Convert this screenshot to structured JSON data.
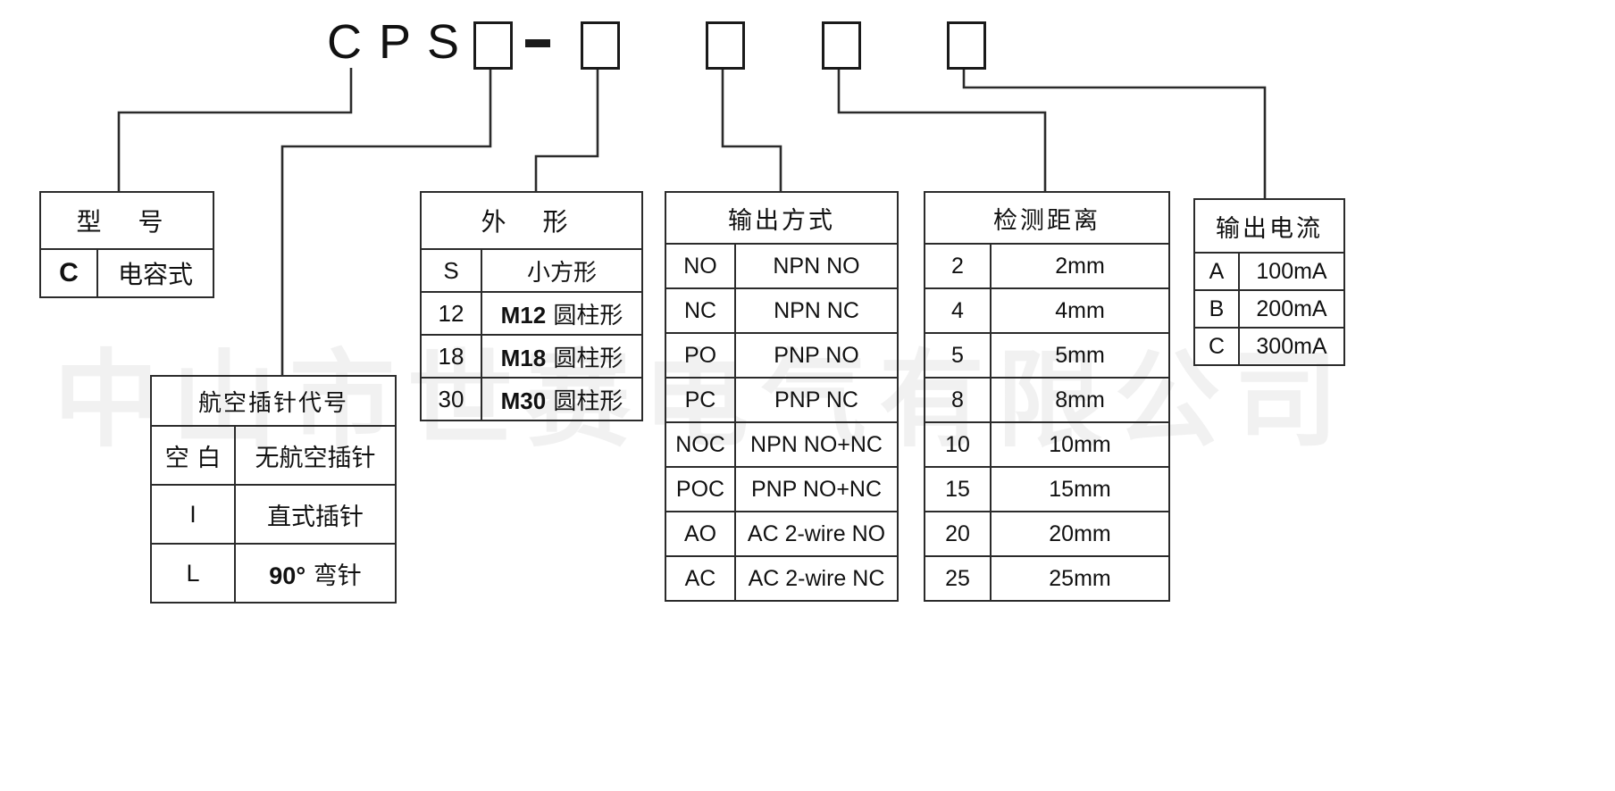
{
  "watermark": "中山市世赛电气有限公司",
  "part_code": {
    "chars": [
      "C",
      "P",
      "S"
    ],
    "boxes": [
      "box-1",
      "box-2",
      "box-3",
      "box-4",
      "box-5"
    ],
    "separator": "-"
  },
  "tables": {
    "model": {
      "title": "型  号",
      "rows": [
        {
          "code": "C",
          "desc": "电容式"
        }
      ]
    },
    "pin": {
      "title": "航空插针代号",
      "rows": [
        {
          "code": "空 白",
          "desc": "无航空插针"
        },
        {
          "code": "I",
          "desc": "直式插针"
        },
        {
          "code": "L",
          "desc": "90° 弯针",
          "desc_bold_prefix": "90°",
          "desc_rest": " 弯针"
        }
      ]
    },
    "shape": {
      "title": "外  形",
      "rows": [
        {
          "code": "S",
          "desc": "小方形",
          "bold_prefix": ""
        },
        {
          "code": "12",
          "bold_prefix": "M12",
          "desc_rest": " 圆柱形"
        },
        {
          "code": "18",
          "bold_prefix": "M18",
          "desc_rest": " 圆柱形"
        },
        {
          "code": "30",
          "bold_prefix": "M30",
          "desc_rest": " 圆柱形"
        }
      ]
    },
    "output_mode": {
      "title": "输出方式",
      "rows": [
        {
          "code": "NO",
          "desc": "NPN NO"
        },
        {
          "code": "NC",
          "desc": "NPN NC"
        },
        {
          "code": "PO",
          "desc": "PNP NO"
        },
        {
          "code": "PC",
          "desc": "PNP NC"
        },
        {
          "code": "NOC",
          "desc": "NPN NO+NC"
        },
        {
          "code": "POC",
          "desc": "PNP NO+NC"
        },
        {
          "code": "AO",
          "desc": "AC 2-wire NO"
        },
        {
          "code": "AC",
          "desc": "AC 2-wire NC"
        }
      ]
    },
    "detect_distance": {
      "title": "检测距离",
      "rows": [
        {
          "code": "2",
          "desc": "2mm"
        },
        {
          "code": "4",
          "desc": "4mm"
        },
        {
          "code": "5",
          "desc": "5mm"
        },
        {
          "code": "8",
          "desc": "8mm"
        },
        {
          "code": "10",
          "desc": "10mm"
        },
        {
          "code": "15",
          "desc": "15mm"
        },
        {
          "code": "20",
          "desc": "20mm"
        },
        {
          "code": "25",
          "desc": "25mm"
        }
      ]
    },
    "output_current": {
      "title": "输出电流",
      "rows": [
        {
          "code": "A",
          "desc": "100mA"
        },
        {
          "code": "B",
          "desc": "200mA"
        },
        {
          "code": "C",
          "desc": "300mA"
        }
      ]
    }
  },
  "colors": {
    "line": "#2b2b2b",
    "text": "#111111",
    "background": "#ffffff",
    "watermark": "rgba(0,0,0,0.055)"
  }
}
